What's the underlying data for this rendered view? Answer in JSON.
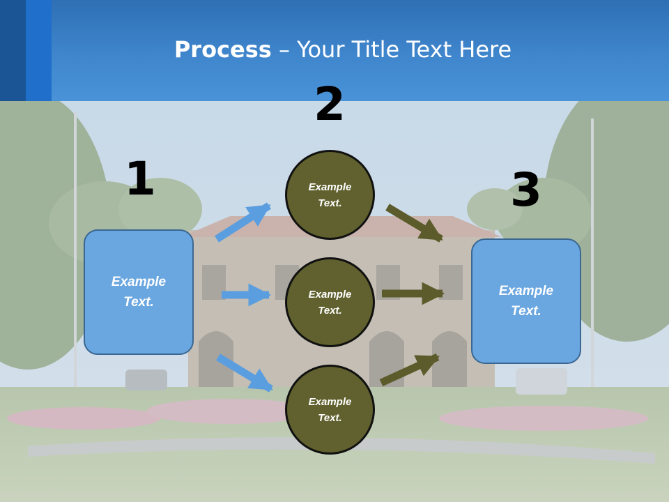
{
  "title": {
    "bold": "Process",
    "rest": " – Your Title Text Here"
  },
  "steps": [
    {
      "number": "1",
      "text": "Example Text."
    },
    {
      "number": "2",
      "text": "Example Text."
    },
    {
      "number": "3",
      "text": "Example Text."
    }
  ],
  "circles": [
    {
      "text": "Example Text."
    },
    {
      "text": "Example Text."
    },
    {
      "text": "Example Text."
    }
  ],
  "colors": {
    "header": "#3f86cd",
    "box_fill": "#6aa6e0",
    "circle_fill": "#60612e",
    "blue_arrow": "#5a9ee0",
    "olive_arrow": "#5c5b2b"
  }
}
